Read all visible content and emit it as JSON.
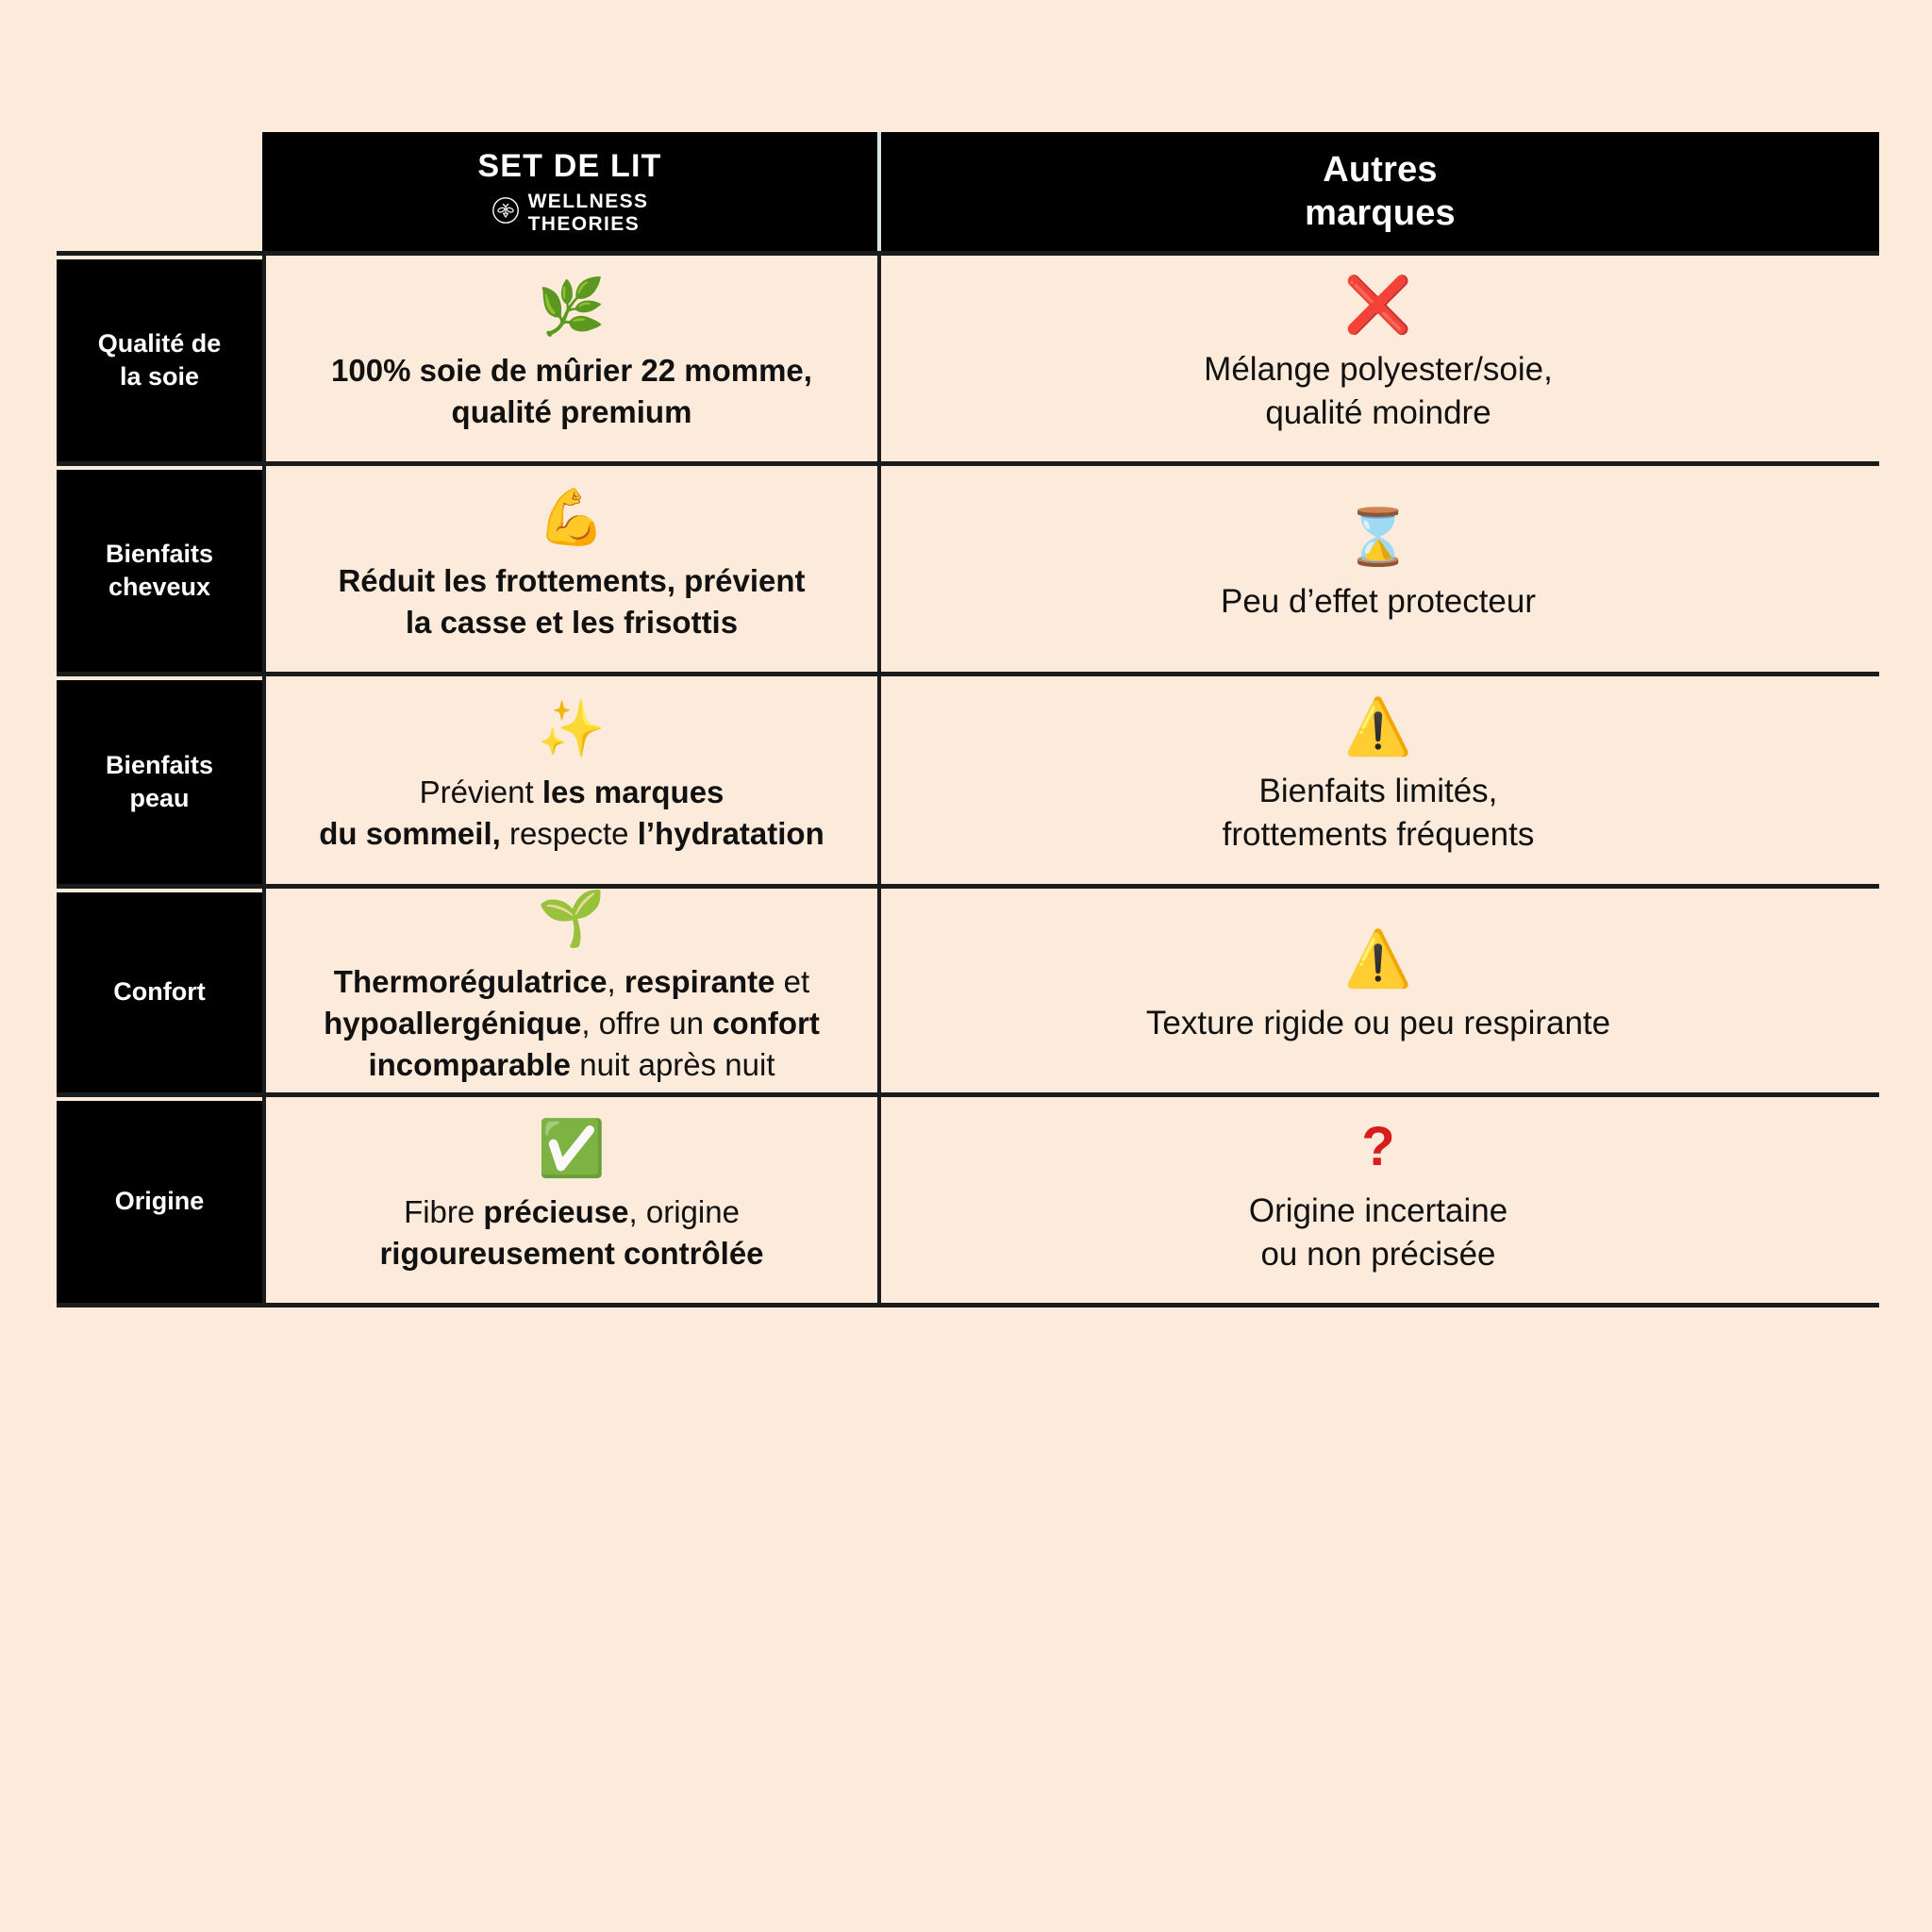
{
  "background_color": "#FCEADA",
  "accent_colors": {
    "black": "#000000",
    "red": "#D81B1B",
    "green": "#2FA84F",
    "yellow": "#F7C32E",
    "divider": "#D6E4E2"
  },
  "header": {
    "product_title": "SET DE LIT",
    "brand_name": "WELLNESS\nTHEORIES",
    "brand_logo_icon": "bee-circle-logo-icon",
    "other_title": "Autres\nmarques"
  },
  "rows": [
    {
      "label": "Qualité de\nla soie",
      "product": {
        "icon": "herb-leaf-icon",
        "icon_glyph": "🌿",
        "text_html": "100% soie de mûrier 22 momme,<br>qualité premium",
        "bold": true
      },
      "other": {
        "icon": "red-cross-mark-icon",
        "icon_glyph": "❌",
        "text": "Mélange polyester/soie,\nqualité moindre"
      }
    },
    {
      "label": "Bienfaits\ncheveux",
      "product": {
        "icon": "flexed-biceps-icon",
        "icon_glyph": "💪",
        "text_html": "Réduit les frottements, prévient<br>la casse et les frisottis",
        "bold": true
      },
      "other": {
        "icon": "hourglass-icon",
        "icon_glyph": "⌛",
        "text": "Peu d’effet protecteur"
      }
    },
    {
      "label": "Bienfaits\npeau",
      "product": {
        "icon": "sparkles-icon",
        "icon_glyph": "✨",
        "text_html": "Prévient <b>les marques</b><br><b>du sommeil,</b> respecte <b>l’hydratation</b>",
        "bold": false
      },
      "other": {
        "icon": "warning-triangle-icon",
        "icon_glyph": "⚠️",
        "text": "Bienfaits limités,\nfrottements fréquents"
      }
    },
    {
      "label": "Confort",
      "product": {
        "icon": "seedling-icon",
        "icon_glyph": "🌱",
        "text_html": "<b>Thermorégulatrice</b>, <b>respirante</b> et<br><b>hypoallergénique</b>, offre un <b>confort</b><br><b>incomparable</b> nuit après nuit",
        "bold": false
      },
      "other": {
        "icon": "warning-triangle-icon",
        "icon_glyph": "⚠️",
        "text": "Texture rigide ou peu respirante"
      }
    },
    {
      "label": "Origine",
      "product": {
        "icon": "green-check-mark-icon",
        "icon_glyph": "✅",
        "text_html": "Fibre <b>précieuse</b>, origine<br><b>rigoureusement contrôlée</b>",
        "bold": false
      },
      "other": {
        "icon": "red-question-mark-icon",
        "icon_glyph": "?",
        "text": "Origine incertaine\nou non précisée"
      }
    }
  ]
}
